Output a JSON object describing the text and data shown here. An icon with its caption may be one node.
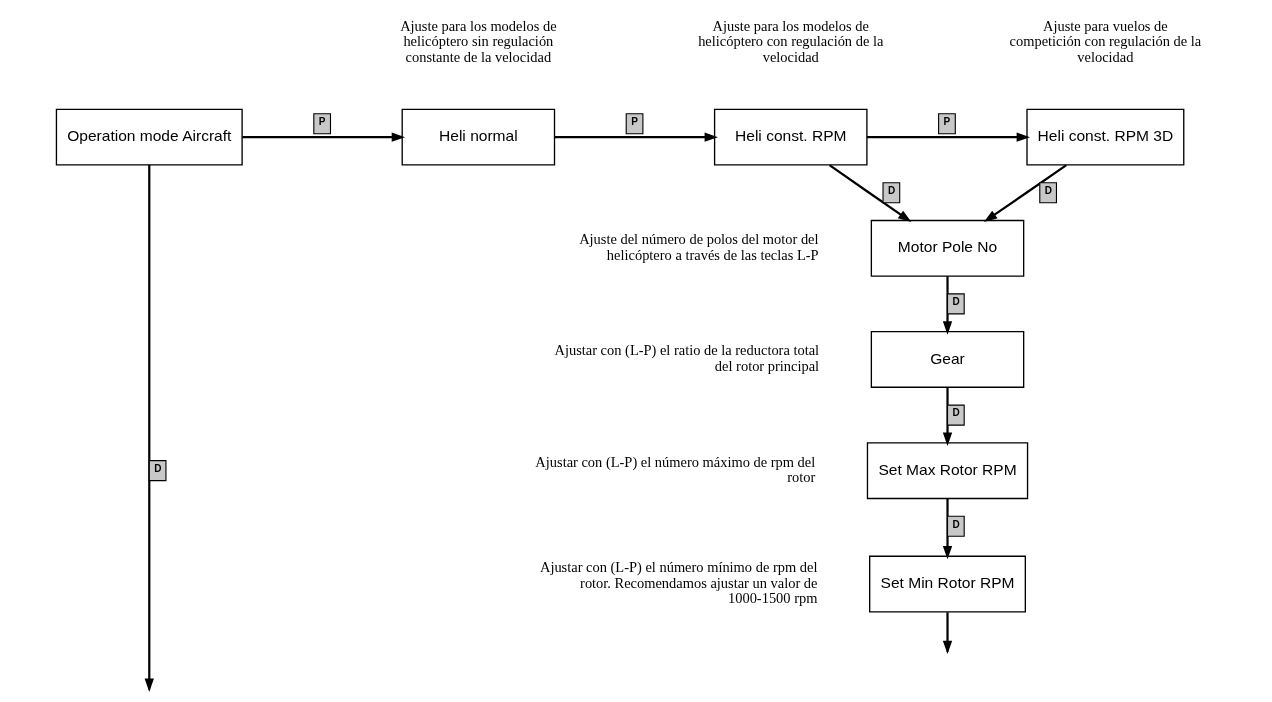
{
  "diagram": {
    "nodes": [
      {
        "text": [
          "Operation mode Aircraft"
        ]
      },
      {
        "text": [
          "Heli normal"
        ],
        "beside": [
          "Ajuste para los modelos de helicóptero sin regulación constante de la velocidad"
        ]
      },
      {
        "text": [
          "Heli const. RPM"
        ],
        "beside": [
          "Ajuste para los modelos de helicóptero con regulación de la velocidad"
        ]
      },
      {
        "text": [
          "Heli const. RPM 3D"
        ],
        "beside": [
          "Ajuste para vuelos de competición con regulación de la velocidad"
        ]
      },
      {
        "text": [
          "Motor Pole No"
        ],
        "beside": [
          "Ajuste del número de polos del motor del helicóptero a través de las teclas L-P"
        ]
      },
      {
        "text": [
          "Gear"
        ],
        "beside": [
          "Ajustar con (L-P) el ratio de la reductora total del rotor principal"
        ]
      },
      {
        "text": [
          "Set Max Rotor RPM"
        ],
        "beside": [
          "Ajustar con (L-P) el número máximo de rpm del rotor"
        ]
      },
      {
        "text": [
          "Set Min Rotor RPM"
        ],
        "beside": [
          "Ajustar con (L-P) el número mínimo de rpm del rotor. Recomendamos ajustar un valor de 1000-1500 rpm"
        ]
      }
    ],
    "edges": [
      {
        "from": 0,
        "to": 1,
        "arrow": "to",
        "label": "P"
      },
      {
        "from": 1,
        "to": 2,
        "arrow": "to",
        "label": "P"
      },
      {
        "from": 2,
        "to": 3,
        "arrow": "to",
        "label": "P"
      },
      {
        "from": 0,
        "to": null,
        "arrow": "to",
        "label": "D"
      },
      {
        "from": 2,
        "to": 4,
        "arrow": "to",
        "label": "D"
      },
      {
        "from": 3,
        "to": 4,
        "arrow": "to",
        "label": "D"
      },
      {
        "from": 4,
        "to": 5,
        "arrow": "to",
        "label": "D"
      },
      {
        "from": 5,
        "to": 6,
        "arrow": "to",
        "label": "D"
      },
      {
        "from": 6,
        "to": 7,
        "arrow": "to",
        "label": "D"
      },
      {
        "from": 7,
        "to": null,
        "arrow": "to"
      }
    ]
  }
}
